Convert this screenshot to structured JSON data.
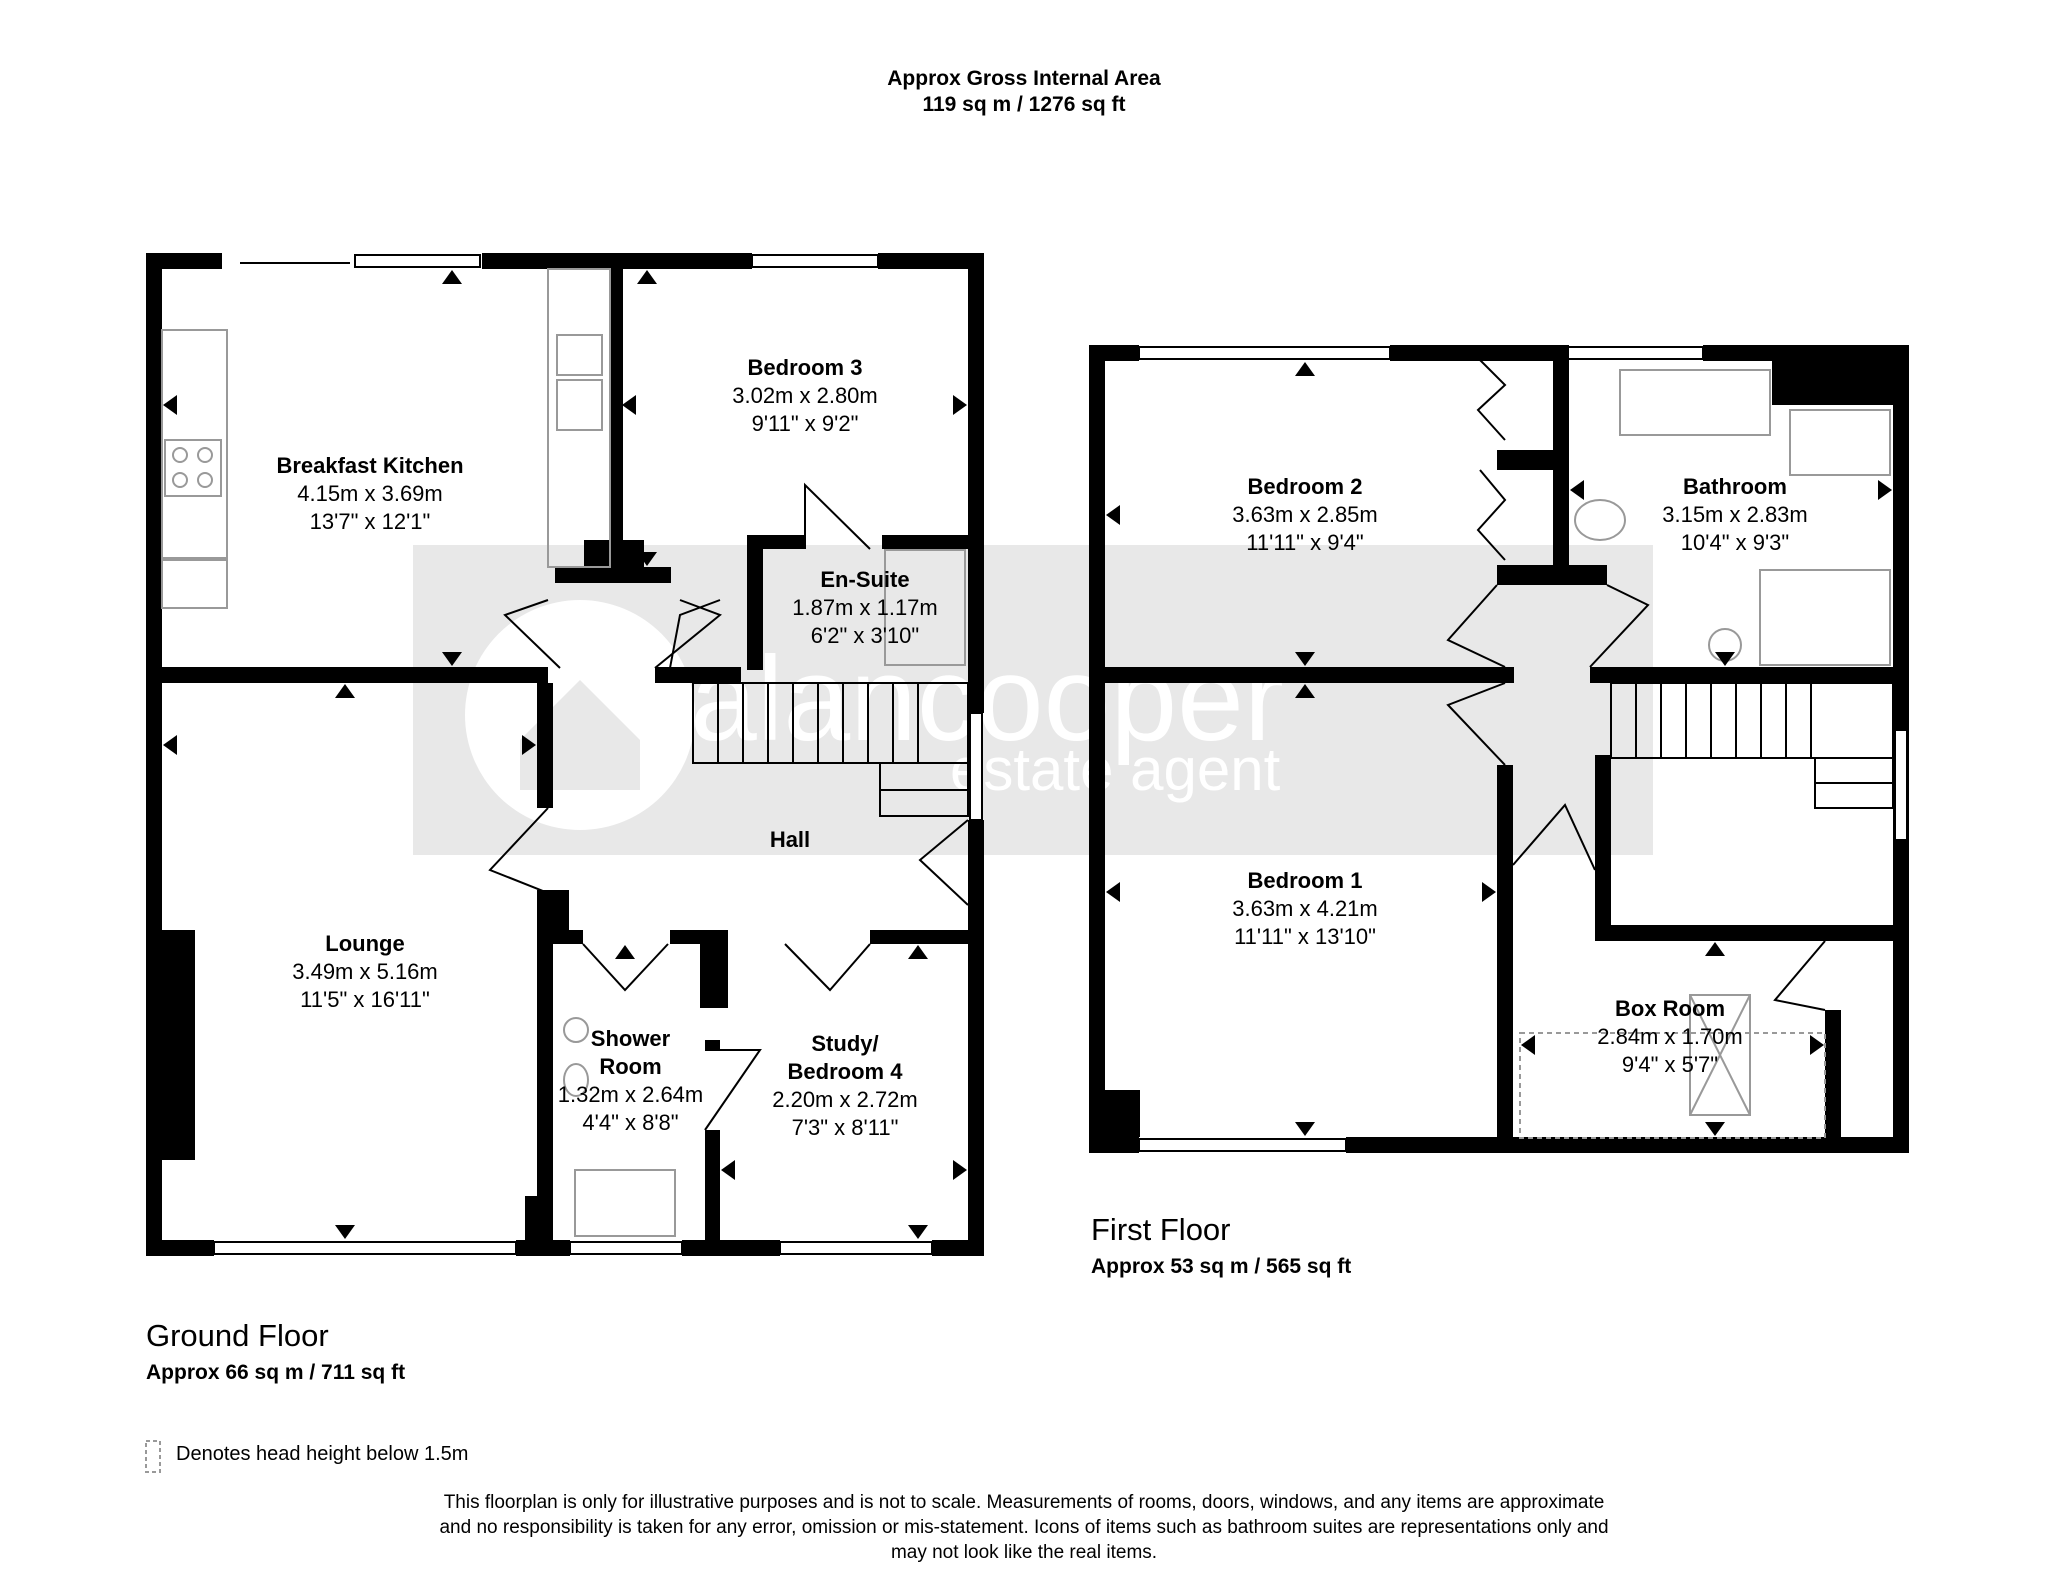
{
  "header": {
    "title": "Approx Gross Internal Area",
    "area": "119 sq m / 1276 sq ft"
  },
  "watermark": {
    "brand": "alancooper",
    "tagline": "estate agent"
  },
  "ground_floor": {
    "name": "Ground Floor",
    "area": "Approx 66 sq m / 711 sq ft",
    "rooms": {
      "kitchen": {
        "name": "Breakfast Kitchen",
        "metric": "4.15m x 3.69m",
        "imperial": "13'7\" x 12'1\""
      },
      "bedroom3": {
        "name": "Bedroom 3",
        "metric": "3.02m x 2.80m",
        "imperial": "9'11\" x 9'2\""
      },
      "ensuite": {
        "name": "En-Suite",
        "metric": "1.87m x 1.17m",
        "imperial": "6'2\" x 3'10\""
      },
      "hall": {
        "name": "Hall"
      },
      "lounge": {
        "name": "Lounge",
        "metric": "3.49m x 5.16m",
        "imperial": "11'5\" x 16'11\""
      },
      "shower": {
        "name_line1": "Shower",
        "name_line2": "Room",
        "metric": "1.32m x 2.64m",
        "imperial": "4'4\" x 8'8\""
      },
      "study": {
        "name_line1": "Study/",
        "name_line2": "Bedroom 4",
        "metric": "2.20m x 2.72m",
        "imperial": "7'3\" x 8'11\""
      }
    }
  },
  "first_floor": {
    "name": "First Floor",
    "area": "Approx 53 sq m / 565 sq ft",
    "rooms": {
      "bedroom2": {
        "name": "Bedroom 2",
        "metric": "3.63m x 2.85m",
        "imperial": "11'11\" x 9'4\""
      },
      "bathroom": {
        "name": "Bathroom",
        "metric": "3.15m x 2.83m",
        "imperial": "10'4\" x 9'3\""
      },
      "bedroom1": {
        "name": "Bedroom 1",
        "metric": "3.63m x 4.21m",
        "imperial": "11'11\" x 13'10\""
      },
      "boxroom": {
        "name": "Box Room",
        "metric": "2.84m x 1.70m",
        "imperial": "9'4\" x 5'7\""
      }
    }
  },
  "legend": {
    "text": "Denotes head height below 1.5m"
  },
  "disclaimer": {
    "line1": "This floorplan is only for illustrative purposes and is not to scale. Measurements of rooms, doors, windows, and any items are approximate",
    "line2": "and no responsibility is taken for any error, omission or mis-statement. Icons of items such as bathroom suites are representations only and",
    "line3": "may not look like the real items."
  },
  "colors": {
    "wall": "#000000",
    "watermark_band": "#e6e6e6",
    "fixture": "#999999"
  }
}
